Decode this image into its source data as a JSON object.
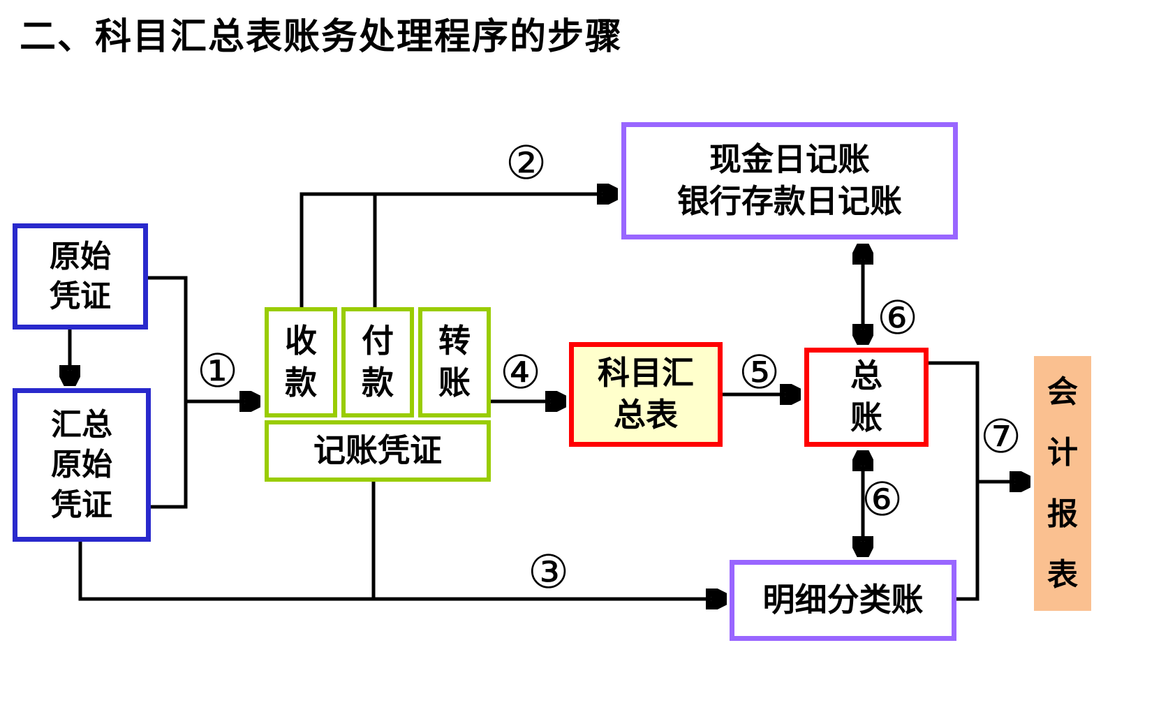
{
  "title": "二、科目汇总表账务处理程序的步骤",
  "boxes": {
    "original_voucher": {
      "line1": "原始",
      "line2": "凭证"
    },
    "summary_original_voucher": {
      "line1": "汇总",
      "line2": "原始",
      "line3": "凭证"
    },
    "receipt_voucher": {
      "line1": "收",
      "line2": "款"
    },
    "payment_voucher": {
      "line1": "付",
      "line2": "款"
    },
    "transfer_voucher": {
      "line1": "转",
      "line2": "账"
    },
    "bookkeeping_voucher": {
      "label": "记账凭证"
    },
    "subject_summary_table": {
      "line1": "科目汇",
      "line2": "总表"
    },
    "general_ledger": {
      "line1": "总",
      "line2": "账"
    },
    "cash_journal": {
      "line1": "现金日记账",
      "line2": "银行存款日记账"
    },
    "subsidiary_ledger": {
      "label": "明细分类账"
    },
    "accounting_report": {
      "char1": "会",
      "char2": "计",
      "char3": "报",
      "char4": "表"
    }
  },
  "steps": {
    "step1": "①",
    "step2": "②",
    "step3": "③",
    "step4": "④",
    "step5": "⑤",
    "step6a": "⑥",
    "step6b": "⑥",
    "step7": "⑦"
  },
  "colors": {
    "blue_border": "#2929CC",
    "green_border": "#99CC00",
    "red_border": "#FF0000",
    "purple_border": "#9966FF",
    "yellow_fill": "#FFFFCC",
    "orange_fill": "#FAC090",
    "line": "#000000"
  }
}
